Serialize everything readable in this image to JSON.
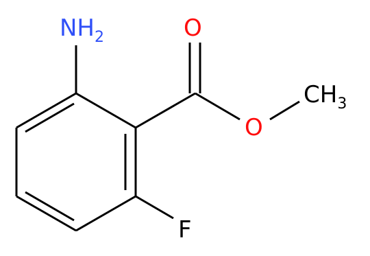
{
  "molecule": {
    "colors": {
      "bond": "#000000",
      "nitrogen": "#3050F8",
      "oxygen": "#FF0D0D",
      "fluorine": "#000000",
      "carbon_label": "#000000"
    },
    "labels": {
      "amine": {
        "main": "NH",
        "sub": "2"
      },
      "carbonyl_oxygen": {
        "main": "O"
      },
      "ester_oxygen": {
        "main": "O"
      },
      "methyl": {
        "main": "CH",
        "sub": "3"
      },
      "fluorine": {
        "main": "F"
      }
    }
  }
}
